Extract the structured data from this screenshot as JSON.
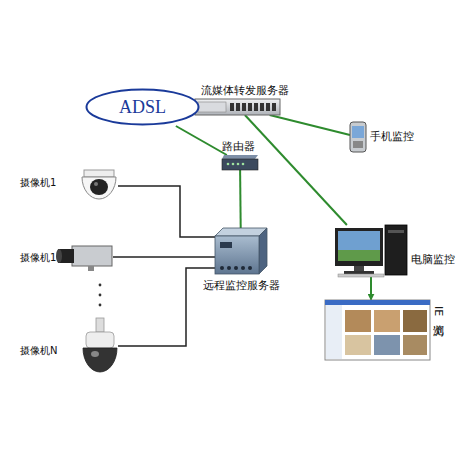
{
  "diagram": {
    "nodes": [
      {
        "text": [
          "ADSL"
        ]
      },
      {
        "text": [
          "流媒体转发服务器"
        ]
      },
      {
        "text": [
          "手机监控"
        ]
      },
      {
        "text": [
          "路由器"
        ]
      },
      {
        "text": [
          "摄像机1"
        ]
      },
      {
        "text": [
          "摄像机1"
        ]
      },
      {
        "text": [
          "摄像机N"
        ]
      },
      {
        "text": [
          "远程监控服务器"
        ]
      },
      {
        "text": [
          "电脑监控"
        ]
      },
      {
        "text": [
          "IE浏览"
        ]
      }
    ],
    "edges": [
      {
        "from": 0,
        "to": 1,
        "arrow": "none"
      },
      {
        "from": 0,
        "to": 3,
        "arrow": "none"
      },
      {
        "from": 1,
        "to": 2,
        "arrow": "none"
      },
      {
        "from": 1,
        "to": 8,
        "arrow": "none"
      },
      {
        "from": 3,
        "to": 7,
        "arrow": "none"
      },
      {
        "from": 4,
        "to": 7,
        "arrow": "none"
      },
      {
        "from": 5,
        "to": 7,
        "arrow": "none"
      },
      {
        "from": 6,
        "to": 7,
        "arrow": "none"
      },
      {
        "from": 8,
        "to": 9,
        "arrow": "to"
      }
    ]
  }
}
